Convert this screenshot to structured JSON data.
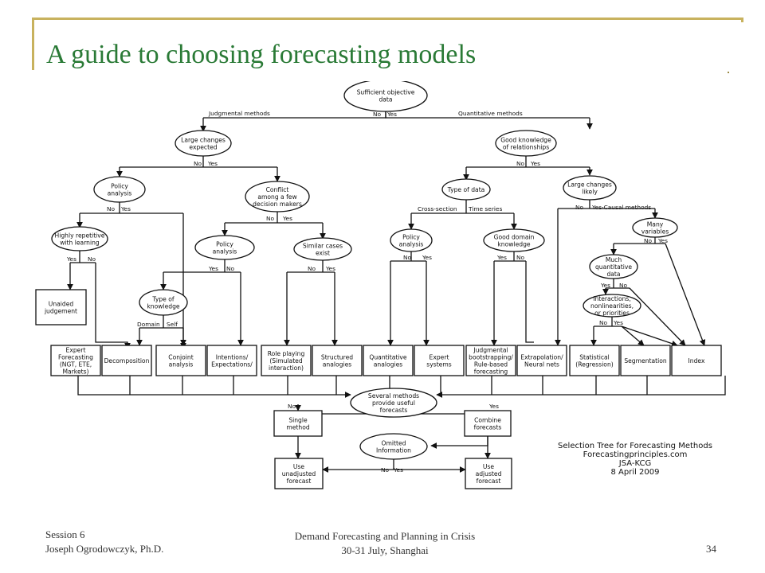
{
  "slide": {
    "title": "A guide to choosing forecasting models",
    "page_number": "34"
  },
  "footer": {
    "left_line1": "Session 6",
    "left_line2": "Joseph Ogrodowczyk, Ph.D.",
    "center_line1": "Demand Forecasting and Planning in Crisis",
    "center_line2": "30-31 July, Shanghai"
  },
  "diagram": {
    "root": [
      "Sufficient objective",
      "data"
    ],
    "branch_judgmental": "Judgmental methods",
    "branch_quantitative": "Quantitative methods",
    "large_changes": [
      "Large changes",
      "expected"
    ],
    "good_knowledge": [
      "Good knowledge",
      "of relationships"
    ],
    "policy_analysis": [
      "Policy",
      "analysis"
    ],
    "conflict": [
      "Conflict",
      "among a few",
      "decision makers"
    ],
    "type_of_data": "Type of data",
    "large_changes_likely": [
      "Large changes",
      "likely"
    ],
    "highly_repetitive": [
      "Highly repetitive",
      "with learning"
    ],
    "policy_analysis_2": [
      "Policy",
      "analysis"
    ],
    "similar_cases": [
      "Similar cases",
      "exist"
    ],
    "policy_analysis_3": [
      "Policy",
      "analysis"
    ],
    "good_domain": [
      "Good domain",
      "knowledge"
    ],
    "many_variables": [
      "Many",
      "variables"
    ],
    "much_quant": [
      "Much",
      "quantitative",
      "data"
    ],
    "interactions": [
      "Interactions,",
      "nonlinearities,",
      "or priorities"
    ],
    "type_of_knowledge": [
      "Type of",
      "knowledge"
    ],
    "unaided": [
      "Unaided",
      "judgement"
    ],
    "cross_section": "Cross-section",
    "time_series": "Time series",
    "causal_methods": "Yes-Causal methods",
    "domain": "Domain",
    "self": "Self",
    "yes": "Yes",
    "no": "No",
    "methods": {
      "expert_forecasting": [
        "Expert",
        "Forecasting",
        "(NGT, ETE,",
        "Markets)"
      ],
      "decomposition": [
        "Decomposition"
      ],
      "conjoint": [
        "Conjoint",
        "analysis"
      ],
      "intentions": [
        "Intentions/",
        "Expectations/"
      ],
      "role_playing": [
        "Role playing",
        "(Simulated",
        "interaction)"
      ],
      "structured_analogies": [
        "Structured",
        "analogies"
      ],
      "quantitative_analogies": [
        "Quantitative",
        "analogies"
      ],
      "expert_systems": [
        "Expert",
        "systems"
      ],
      "judgmental_bootstrapping": [
        "Judgmental",
        "bootstrapping/",
        "Rule-based",
        "forecasting"
      ],
      "extrapolation": [
        "Extrapolation/",
        "Neural  nets"
      ],
      "statistical": [
        "Statistical",
        "(Regression)"
      ],
      "segmentation": [
        "Segmentation"
      ],
      "index": [
        "Index"
      ]
    },
    "several_methods": [
      "Several methods",
      "provide useful",
      "forecasts"
    ],
    "single_method": [
      "Single",
      "method"
    ],
    "combine_forecasts": [
      "Combine",
      "forecasts"
    ],
    "omitted_information": [
      "Omitted",
      "Information"
    ],
    "use_unadjusted": [
      "Use",
      "unadjusted",
      "forecast"
    ],
    "use_adjusted": [
      "Use",
      "adjusted",
      "forecast"
    ],
    "caption": [
      "Selection Tree for Forecasting Methods",
      "Forecastingprinciples.com",
      "JSA-KCG",
      "8 April 2009"
    ]
  }
}
